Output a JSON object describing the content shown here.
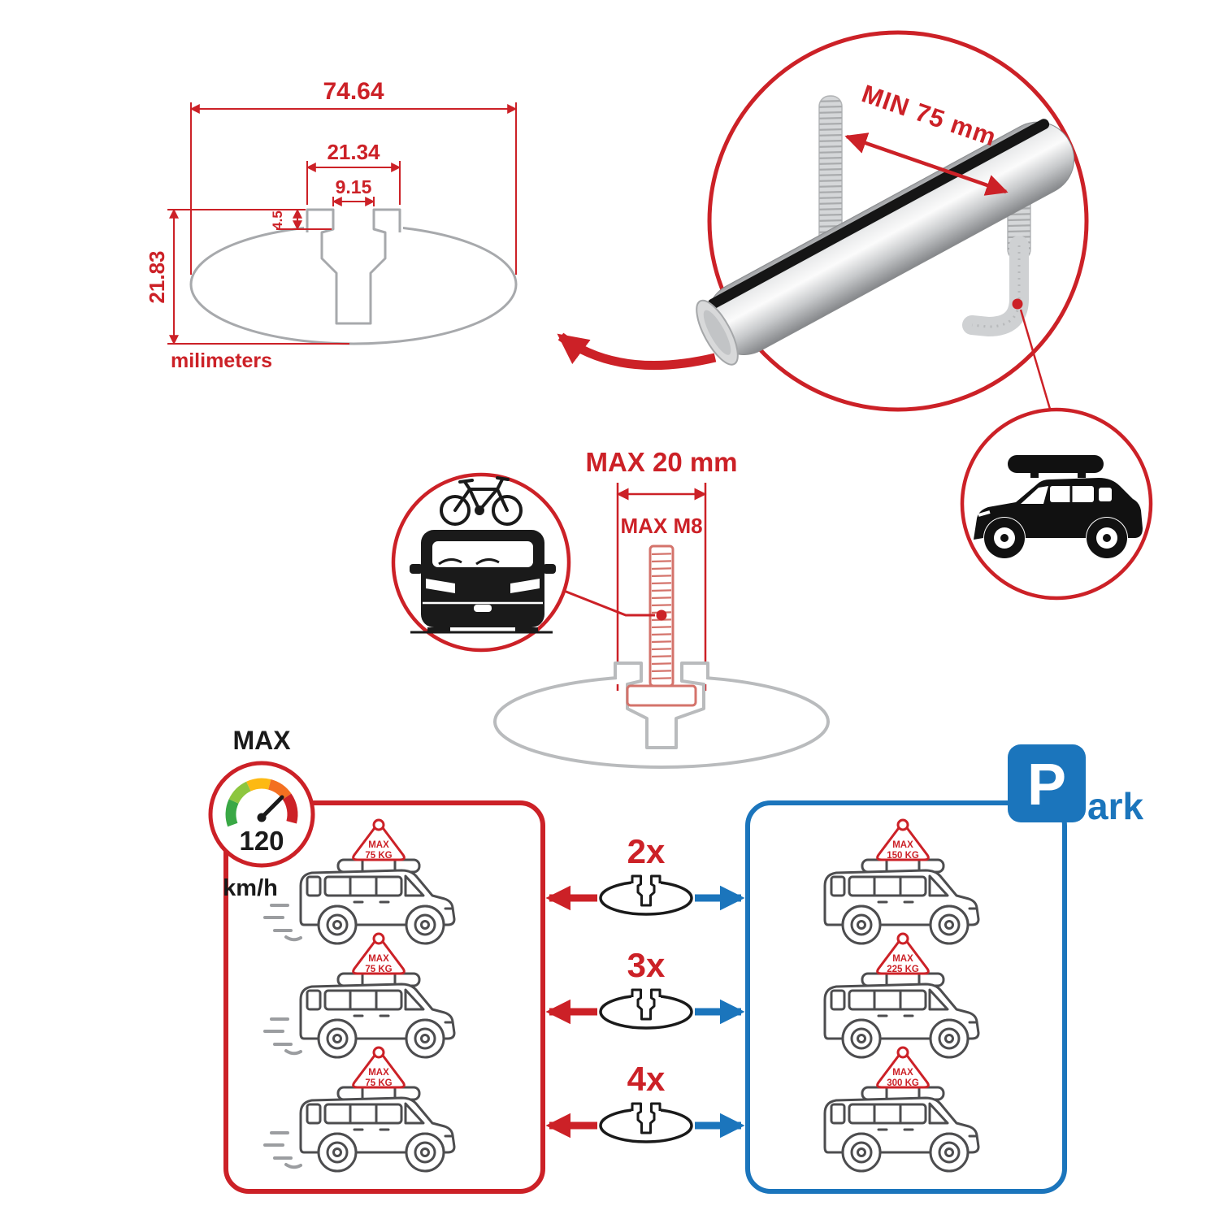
{
  "colors": {
    "accent_red": "#cc2127",
    "accent_blue": "#1b75bc",
    "profile_gray": "#a7a9ac",
    "line_art_gray": "#4d4d4f"
  },
  "profile_dimensions": {
    "total_width": "74.64",
    "channel_outer_width": "21.34",
    "slot_width": "9.15",
    "lip_depth": "4.5",
    "total_height": "21.83",
    "units": "milimeters"
  },
  "bar_detail": {
    "min_clamp_span": "MIN 75 mm"
  },
  "bolt_detail": {
    "max_foot_width": "MAX 20 mm",
    "max_thread": "MAX M8"
  },
  "speed_panel": {
    "gauge_title": "MAX",
    "gauge_value": "120",
    "gauge_units": "km/h",
    "cars": [
      {
        "badge_title": "MAX",
        "badge_load": "75 KG"
      },
      {
        "badge_title": "MAX",
        "badge_load": "75 KG"
      },
      {
        "badge_title": "MAX",
        "badge_load": "75 KG"
      }
    ]
  },
  "park_panel": {
    "sign_letter": "P",
    "sign_rest": "ark",
    "cars": [
      {
        "badge_title": "MAX",
        "badge_load": "150 KG"
      },
      {
        "badge_title": "MAX",
        "badge_load": "225 KG"
      },
      {
        "badge_title": "MAX",
        "badge_load": "300 KG"
      }
    ]
  },
  "quantities": [
    {
      "label": "2x"
    },
    {
      "label": "3x"
    },
    {
      "label": "4x"
    }
  ]
}
